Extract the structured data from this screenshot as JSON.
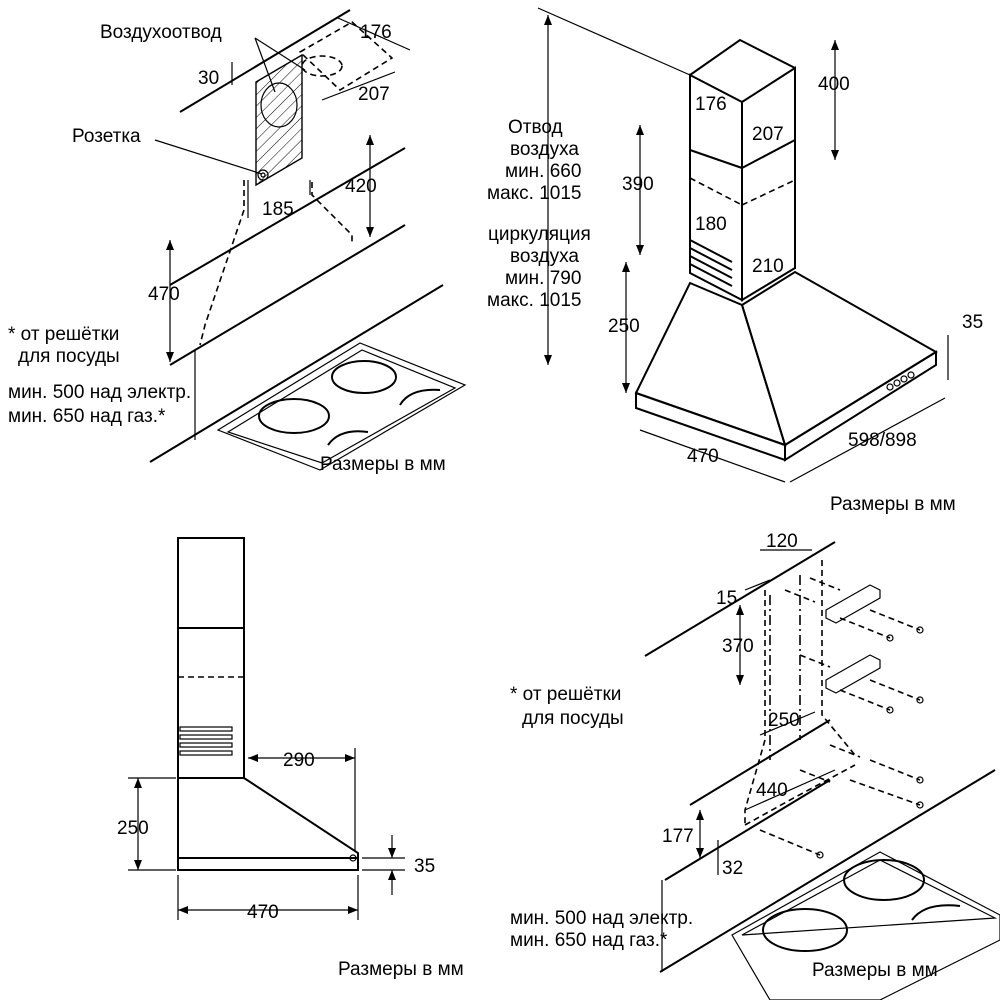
{
  "diagram1": {
    "air_outlet_label": "Воздухоотвод",
    "socket_label": "Розетка",
    "dim_176": "176",
    "dim_207": "207",
    "dim_30": "30",
    "dim_185": "185",
    "dim_420": "420",
    "dim_470": "470",
    "note_from_grid_1": "* от решётки",
    "note_from_grid_2": "для посуды",
    "min_electric": "мин. 500 над электр.",
    "min_gas": "мин. 650 над газ.*",
    "units": "Размеры в мм"
  },
  "diagram2": {
    "exhaust_1": "Отвод",
    "exhaust_2": "воздуха",
    "exhaust_min": "мин. 660",
    "exhaust_max": "макс. 1015",
    "circ_1": "циркуляция",
    "circ_2": "воздуха",
    "circ_min": "мин. 790",
    "circ_max": "макс. 1015",
    "dim_400": "400",
    "dim_176": "176",
    "dim_207": "207",
    "dim_390": "390",
    "dim_180": "180",
    "dim_210": "210",
    "dim_250": "250",
    "dim_35": "35",
    "dim_470": "470",
    "dim_598_898": "598/898",
    "units": "Размеры в мм"
  },
  "diagram3": {
    "dim_290": "290",
    "dim_250": "250",
    "dim_35": "35",
    "dim_470": "470",
    "units": "Размеры в мм"
  },
  "diagram4": {
    "dim_120": "120",
    "dim_15": "15",
    "dim_370": "370",
    "dim_250": "250",
    "dim_440": "440",
    "dim_177": "177",
    "dim_32": "32",
    "note_from_grid_1": "* от решётки",
    "note_from_grid_2": "для посуды",
    "min_electric": "мин. 500 над электр.",
    "min_gas": "мин. 650 над газ.*",
    "units": "Размеры в мм"
  }
}
